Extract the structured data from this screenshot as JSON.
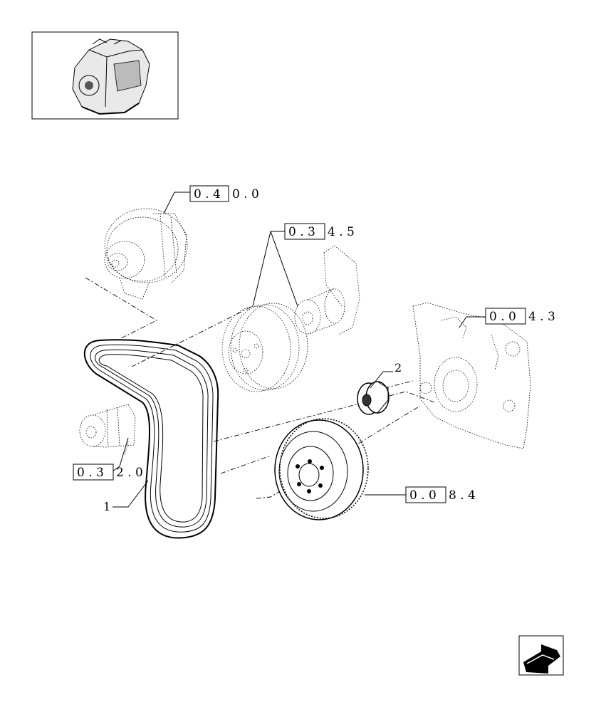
{
  "thumbnail": {
    "icon": "engine-thumbnail-icon"
  },
  "references": [
    {
      "id": "ref-alternator",
      "boxed": "0 . 4",
      "rest": "0 . 0"
    },
    {
      "id": "ref-fan-hub",
      "boxed": "0 . 3",
      "rest": "4 . 5"
    },
    {
      "id": "ref-timing-cover",
      "boxed": "0 . 0",
      "rest": "4 . 3"
    },
    {
      "id": "ref-water-pump",
      "boxed": "0 . 3",
      "rest": "2 . 0"
    },
    {
      "id": "ref-damper",
      "boxed": "0 . 0",
      "rest": "8 . 4"
    }
  ],
  "callouts": [
    {
      "id": "callout-belt",
      "text": "1"
    },
    {
      "id": "callout-tensioner",
      "text": "2"
    }
  ],
  "nav": {
    "icon": "arrow-back-icon"
  }
}
